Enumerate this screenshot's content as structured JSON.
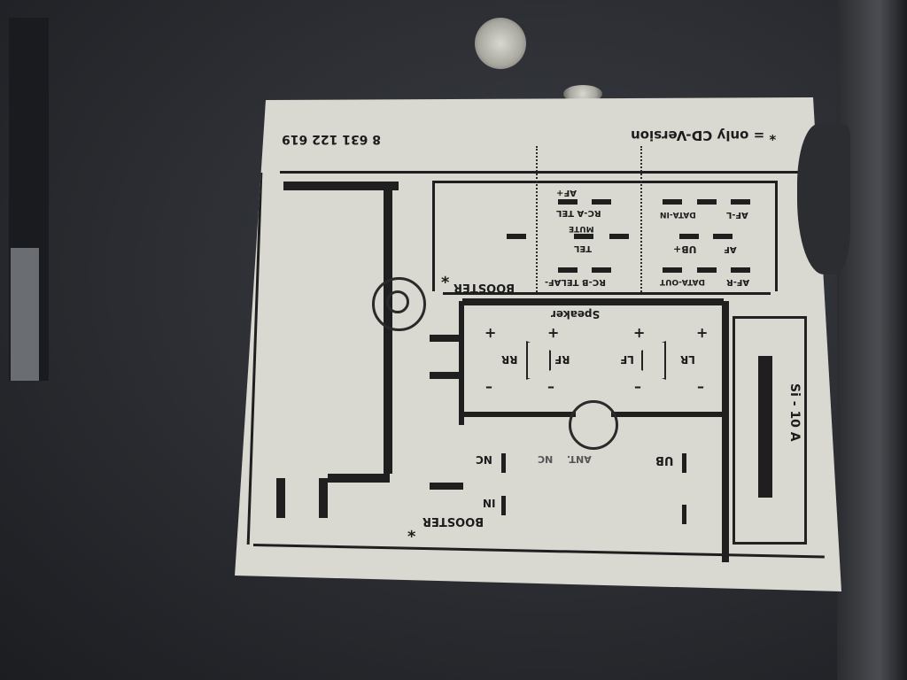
{
  "label": {
    "cd_note": "* = only CD-Version",
    "part_number": "8 631 122 619",
    "connector_top": {
      "booster": "BOOSTER",
      "asterisk": "*",
      "rcb_telaf": "RC-B  TELAF-",
      "tel": "TEL",
      "mute": "MUTE",
      "rca_tel": "RC-A  TEL",
      "af_plus": "AF+",
      "data_out": "DATA-OUT",
      "af_r": "AF-R",
      "data_in": "DATA-IN",
      "af_l": "AF-L",
      "ub_plus": "UB+",
      "af": "AF"
    },
    "speaker": {
      "title": "Speaker",
      "rr": "RR",
      "rf": "RF",
      "lf": "LF",
      "lr": "LR",
      "plus": "+",
      "minus": "–"
    },
    "fuse": "Si - 10 A",
    "power": {
      "nc1": "NC",
      "nc2": "NC",
      "ant": "ANT.",
      "ub": "UB",
      "in": "IN",
      "booster": "BOOSTER",
      "asterisk": "*"
    }
  }
}
